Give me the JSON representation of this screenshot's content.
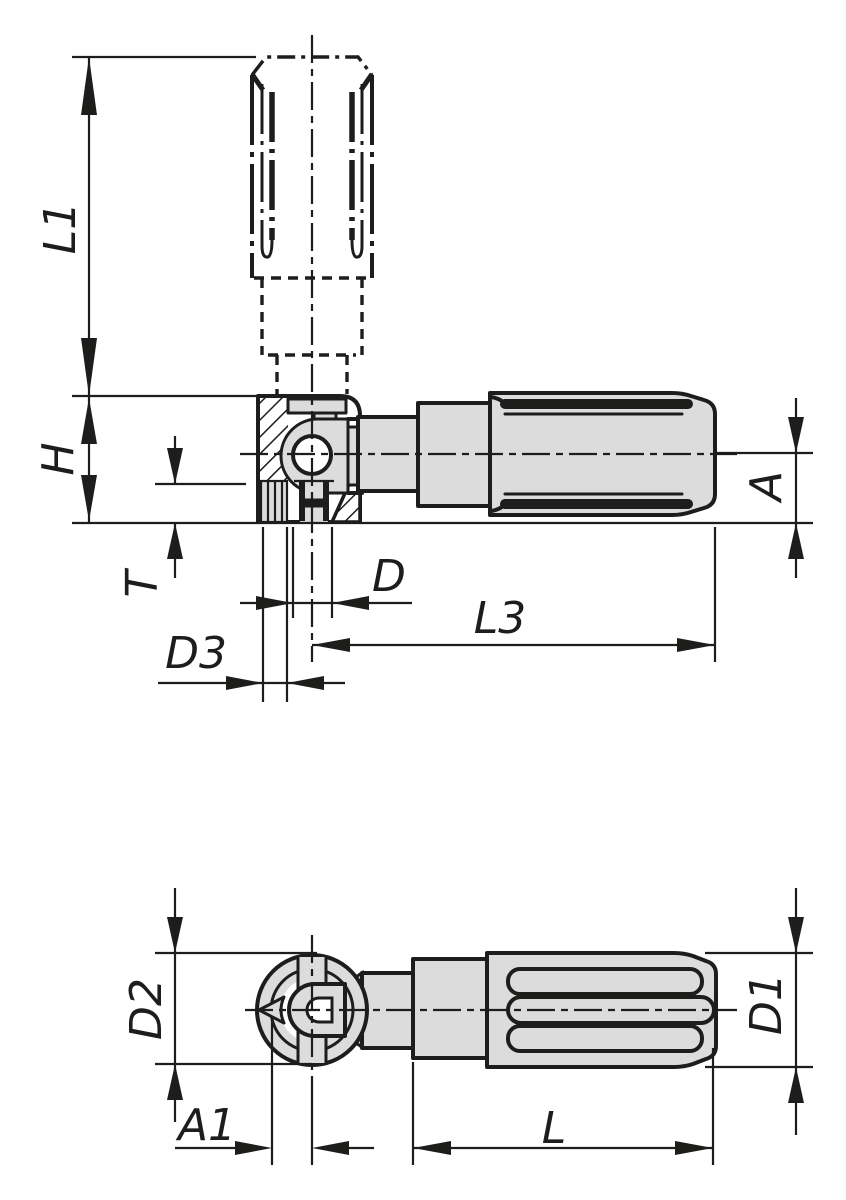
{
  "drawing": {
    "colors": {
      "background": "#ffffff",
      "line": "#1d1d1b",
      "part_fill": "#dcdcdc"
    },
    "top_view": {
      "dim_labels": {
        "l1": "L1",
        "h": "H",
        "t": "T",
        "d3": "D3",
        "d": "D",
        "l3": "L3",
        "a": "A"
      }
    },
    "bottom_view": {
      "dim_labels": {
        "d2": "D2",
        "a1": "A1",
        "l": "L",
        "d1": "D1"
      }
    }
  }
}
